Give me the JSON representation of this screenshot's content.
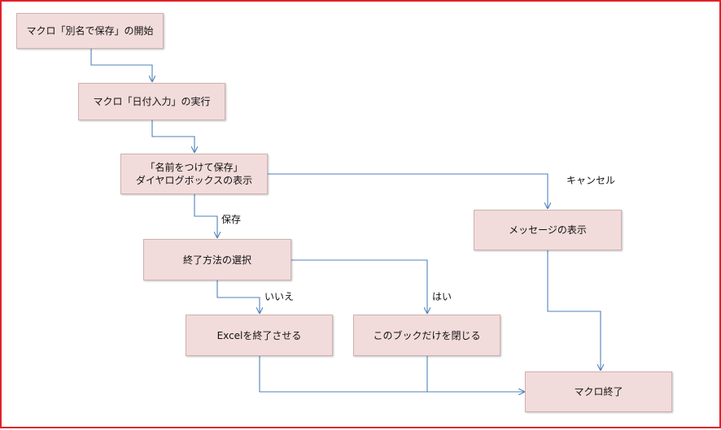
{
  "colors": {
    "frame_border": "#e0222a",
    "box_fill": "#f2dcdb",
    "box_border": "#cfb1b0",
    "connector": "#4f81bd"
  },
  "nodes": {
    "start": "マクロ「別名で保存」の開始",
    "run_date": "マクロ「日付入力」の実行",
    "dialog_line1": "「名前をつけて保存」",
    "dialog_line2": "ダイヤログボックスの表示",
    "select_end": "終了方法の選択",
    "message": "メッセージの表示",
    "quit_excel": "Excelを終了させる",
    "close_book": "このブックだけを閉じる",
    "macro_end": "マクロ終了"
  },
  "edge_labels": {
    "cancel": "キャンセル",
    "save": "保存",
    "no": "いいえ",
    "yes": "はい"
  }
}
